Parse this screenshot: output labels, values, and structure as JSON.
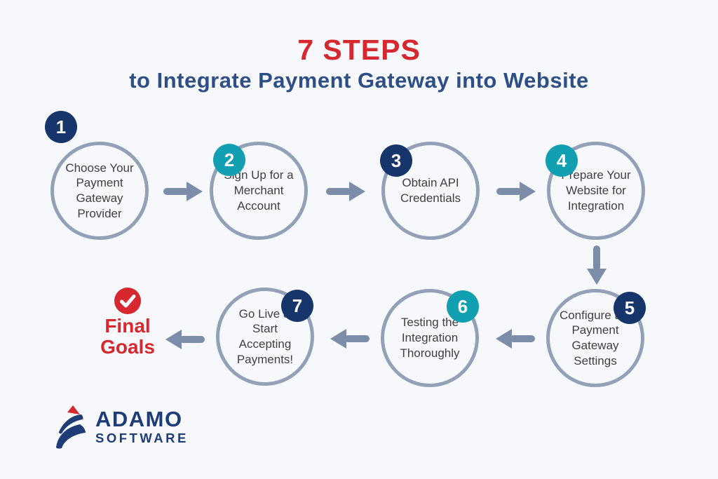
{
  "title": "7 STEPS",
  "subtitle": "to Integrate Payment Gateway into Website",
  "steps": [
    {
      "number": "1",
      "label": "Choose Your Payment Gateway Provider",
      "badge_color": "#16356b"
    },
    {
      "number": "2",
      "label": "Sign Up for a Merchant Account",
      "badge_color": "#129fb1"
    },
    {
      "number": "3",
      "label": "Obtain API Credentials",
      "badge_color": "#16356b"
    },
    {
      "number": "4",
      "label": "Prepare Your Website for Integration",
      "badge_color": "#129fb1"
    },
    {
      "number": "5",
      "label": "Configure the Payment Gateway Settings",
      "badge_color": "#16356b"
    },
    {
      "number": "6",
      "label": "Testing the Integration Thoroughly",
      "badge_color": "#129fb1"
    },
    {
      "number": "7",
      "label": "Go Live & Start Accepting Payments!",
      "badge_color": "#16356b"
    }
  ],
  "final_goals": {
    "label": "Final Goals",
    "icon": "check-icon"
  },
  "logo": {
    "name": "ADAMO",
    "subname": "SOFTWARE",
    "icon": "adamo-logo-icon"
  },
  "icons": {
    "flow_top_row": "arrow-right-icon",
    "flow_connector": "arrow-down-icon",
    "flow_bottom_row": "arrow-left-icon",
    "final_goal": "check-icon"
  },
  "colors": {
    "background": "#f7f8fc",
    "accent_red": "#d7282f",
    "badge_navy": "#16356b",
    "badge_teal": "#129fb1",
    "subtitle_blue": "#2e4f85",
    "circle_border": "#92a0b8",
    "arrow_gray_blue": "#7c8da9",
    "step_text": "#404040",
    "logo_navy": "#1e3d77"
  }
}
